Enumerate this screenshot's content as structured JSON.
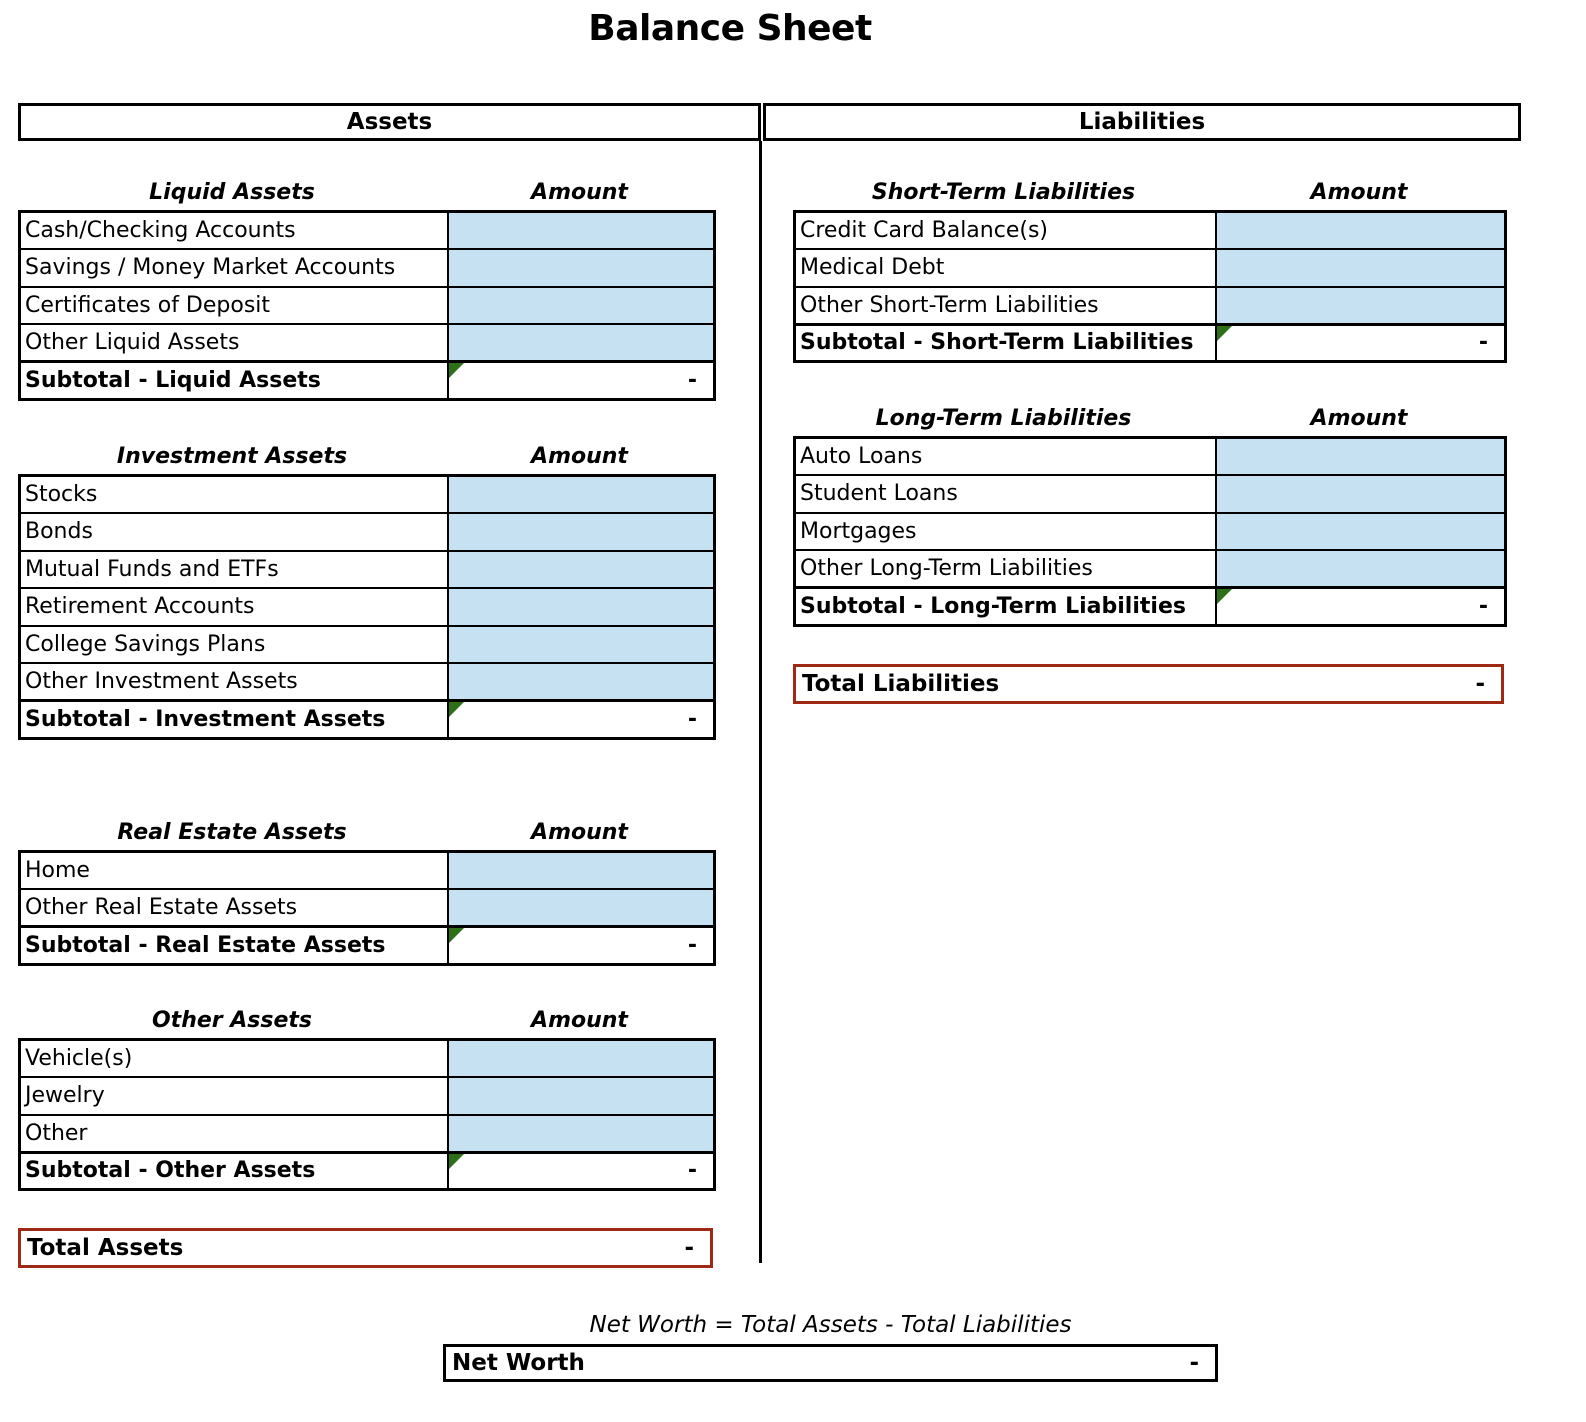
{
  "title": "Balance Sheet",
  "columns": {
    "assets_header": "Assets",
    "liabilities_header": "Liabilities",
    "amount_header": "Amount"
  },
  "colors": {
    "input_cell": "#c6e2f2",
    "total_border": "#9e2a16",
    "comment_flag": "#2e7018",
    "grid": "#000000"
  },
  "assets": {
    "sections": [
      {
        "name": "Liquid Assets",
        "amount_label": "Amount",
        "rows": [
          {
            "label": "Cash/Checking Accounts",
            "amount": ""
          },
          {
            "label": "Savings / Money Market Accounts",
            "amount": ""
          },
          {
            "label": "Certificates of Deposit",
            "amount": ""
          },
          {
            "label": "Other Liquid Assets",
            "amount": ""
          }
        ],
        "subtotal": {
          "label": "Subtotal - Liquid Assets",
          "amount": "-"
        }
      },
      {
        "name": "Investment Assets",
        "amount_label": "Amount",
        "rows": [
          {
            "label": "Stocks",
            "amount": ""
          },
          {
            "label": "Bonds",
            "amount": ""
          },
          {
            "label": "Mutual Funds and ETFs",
            "amount": ""
          },
          {
            "label": "Retirement Accounts",
            "amount": ""
          },
          {
            "label": "College Savings Plans",
            "amount": ""
          },
          {
            "label": "Other Investment Assets",
            "amount": ""
          }
        ],
        "subtotal": {
          "label": "Subtotal - Investment Assets",
          "amount": "-"
        }
      },
      {
        "name": "Real Estate Assets",
        "amount_label": "Amount",
        "rows": [
          {
            "label": "Home",
            "amount": ""
          },
          {
            "label": "Other Real Estate Assets",
            "amount": ""
          }
        ],
        "subtotal": {
          "label": "Subtotal - Real Estate Assets",
          "amount": "-"
        }
      },
      {
        "name": "Other Assets",
        "amount_label": "Amount",
        "rows": [
          {
            "label": "Vehicle(s)",
            "amount": ""
          },
          {
            "label": "Jewelry",
            "amount": ""
          },
          {
            "label": "Other",
            "amount": ""
          }
        ],
        "subtotal": {
          "label": "Subtotal - Other Assets",
          "amount": "-"
        }
      }
    ],
    "total": {
      "label": "Total Assets",
      "amount": "-"
    }
  },
  "liabilities": {
    "sections": [
      {
        "name": "Short-Term Liabilities",
        "amount_label": "Amount",
        "rows": [
          {
            "label": "Credit Card Balance(s)",
            "amount": ""
          },
          {
            "label": "Medical Debt",
            "amount": ""
          },
          {
            "label": "Other Short-Term Liabilities",
            "amount": ""
          }
        ],
        "subtotal": {
          "label": "Subtotal - Short-Term Liabilities",
          "amount": "-"
        }
      },
      {
        "name": "Long-Term Liabilities",
        "amount_label": "Amount",
        "rows": [
          {
            "label": "Auto Loans",
            "amount": ""
          },
          {
            "label": "Student Loans",
            "amount": ""
          },
          {
            "label": "Mortgages",
            "amount": ""
          },
          {
            "label": "Other Long-Term Liabilities",
            "amount": ""
          }
        ],
        "subtotal": {
          "label": "Subtotal - Long-Term Liabilities",
          "amount": "-"
        }
      }
    ],
    "total": {
      "label": "Total Liabilities",
      "amount": "-"
    }
  },
  "net_worth": {
    "formula": "Net Worth = Total Assets - Total Liabilities",
    "label": "Net Worth",
    "amount": "-"
  }
}
